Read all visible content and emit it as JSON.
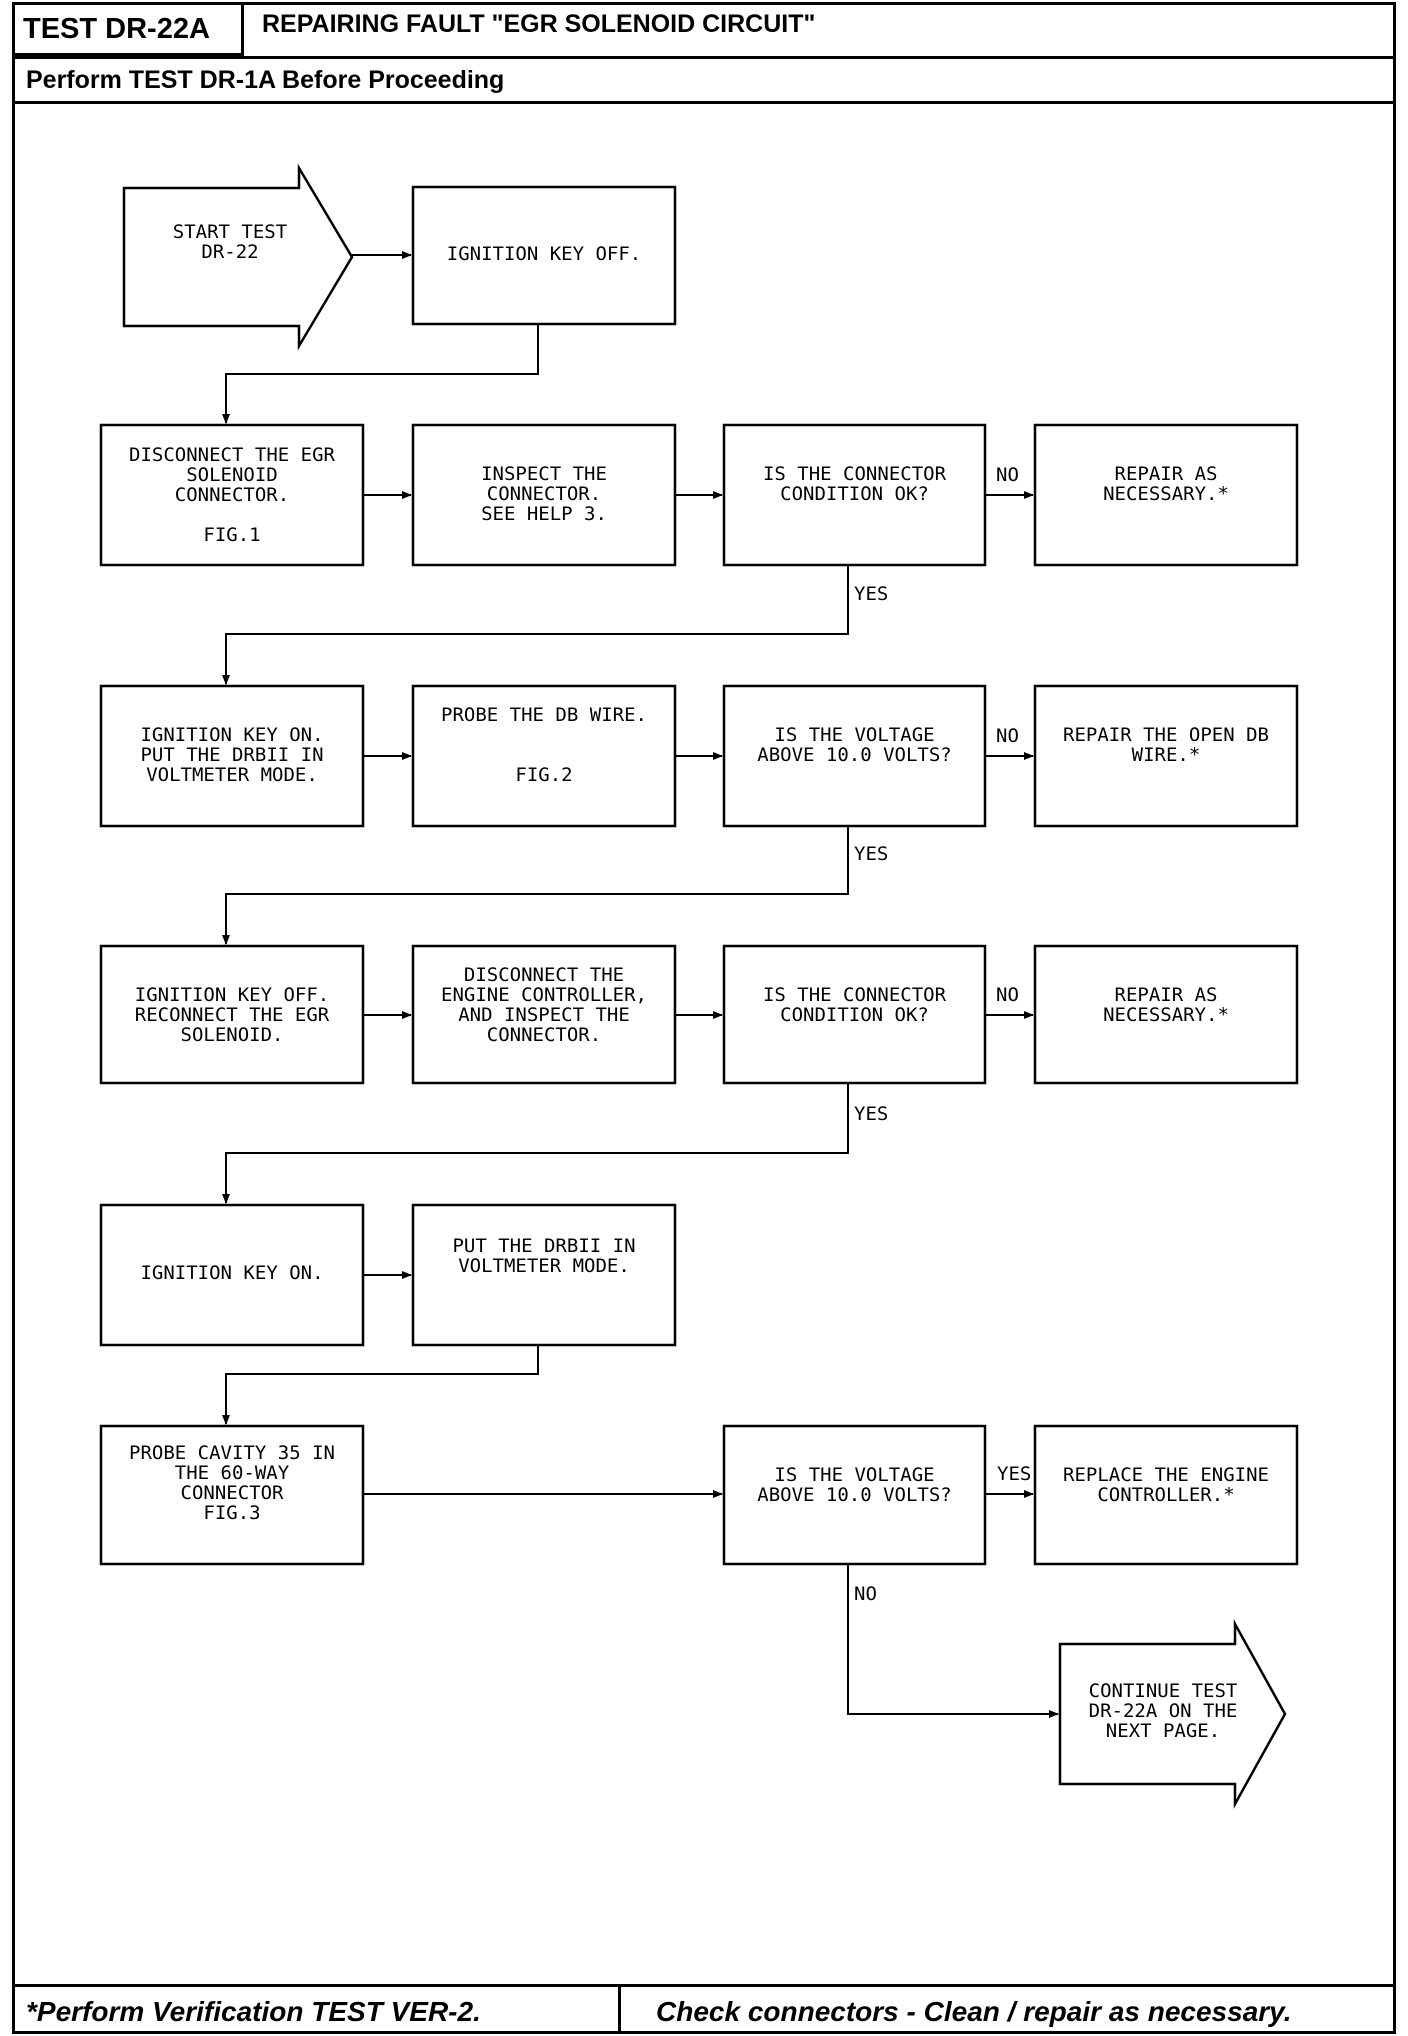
{
  "header": {
    "test_id": "TEST DR-22A",
    "title": "REPAIRING FAULT \"EGR SOLENOID CIRCUIT\"",
    "subtitle": "Perform TEST DR-1A Before Proceeding"
  },
  "footer": {
    "left": "*Perform Verification TEST VER-2.",
    "right": "Check connectors - Clean / repair as necessary."
  },
  "flowchart": {
    "start": [
      "START TEST",
      "DR-22"
    ],
    "step_key_off_1": [
      "IGNITION KEY OFF."
    ],
    "step_disconnect_egr": [
      "DISCONNECT THE EGR",
      "SOLENOID",
      "CONNECTOR.",
      "",
      "FIG.1"
    ],
    "step_inspect_connector": [
      "INSPECT THE",
      "CONNECTOR.",
      "SEE HELP 3."
    ],
    "decision_connector_ok_1": [
      "IS THE CONNECTOR",
      "CONDITION OK?"
    ],
    "step_repair_1": [
      "REPAIR AS",
      "NECESSARY.*"
    ],
    "step_key_on_drbii": [
      "IGNITION KEY ON.",
      "PUT THE DRBII IN",
      "VOLTMETER MODE."
    ],
    "step_probe_db": [
      "PROBE THE DB WIRE.",
      "",
      "",
      "FIG.2"
    ],
    "decision_voltage_1": [
      "IS THE VOLTAGE",
      "ABOVE 10.0 VOLTS?"
    ],
    "step_repair_open_db": [
      "REPAIR THE OPEN DB",
      "WIRE.*"
    ],
    "step_key_off_reconnect": [
      "IGNITION KEY OFF.",
      "RECONNECT THE EGR",
      "SOLENOID."
    ],
    "step_disconnect_controller": [
      "DISCONNECT THE",
      "ENGINE CONTROLLER,",
      "AND INSPECT THE",
      "CONNECTOR."
    ],
    "decision_connector_ok_2": [
      "IS THE CONNECTOR",
      "CONDITION OK?"
    ],
    "step_repair_2": [
      "REPAIR AS",
      "NECESSARY.*"
    ],
    "step_key_on": [
      "IGNITION KEY ON."
    ],
    "step_put_drbii": [
      "PUT THE DRBII IN",
      "VOLTMETER MODE."
    ],
    "step_probe_cavity": [
      "PROBE CAVITY 35 IN",
      "THE 60-WAY",
      "CONNECTOR",
      "FIG.3"
    ],
    "decision_voltage_2": [
      "IS THE VOLTAGE",
      "ABOVE 10.0 VOLTS?"
    ],
    "step_replace_controller": [
      "REPLACE THE ENGINE",
      "CONTROLLER.*"
    ],
    "continue": [
      "CONTINUE TEST",
      "DR-22A ON THE",
      "NEXT PAGE."
    ],
    "labels": {
      "no_1": "NO",
      "yes_1": "YES",
      "no_2": "NO",
      "yes_2": "YES",
      "no_3": "NO",
      "yes_3": "YES",
      "yes_4": "YES",
      "no_4": "NO"
    }
  }
}
